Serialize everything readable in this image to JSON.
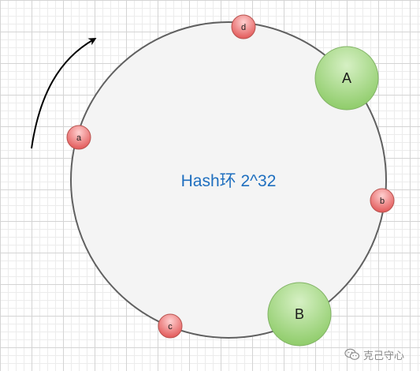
{
  "ring": {
    "label": "Hash环 2^32",
    "label_color": "#1f6fbf",
    "fill_color": "#f4f4f4",
    "stroke_color": "#606060"
  },
  "direction_arrow": {
    "icon": "clockwise-arrow-icon",
    "color": "#000000"
  },
  "servers": [
    {
      "label": "A",
      "color": "#9dd67f"
    },
    {
      "label": "B",
      "color": "#9dd67f"
    }
  ],
  "keys": [
    {
      "label": "d",
      "color": "#ea6f6f"
    },
    {
      "label": "a",
      "color": "#ea6f6f"
    },
    {
      "label": "b",
      "color": "#ea6f6f"
    },
    {
      "label": "c",
      "color": "#ea6f6f"
    }
  ],
  "watermark": {
    "icon": "wechat-icon",
    "text": "克己守心"
  }
}
